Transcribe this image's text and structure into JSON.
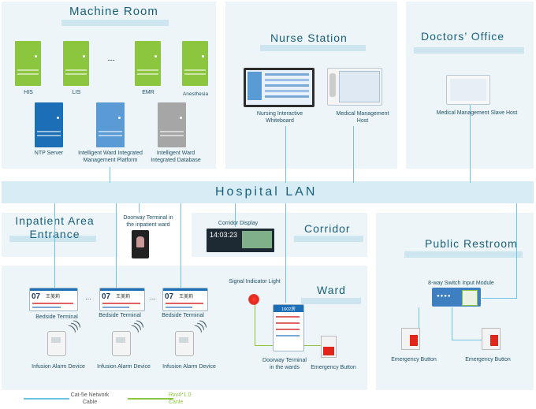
{
  "machine_room": {
    "title": "Machine Room",
    "servers": [
      "HIS",
      "LIS",
      "EMR",
      "Anesthesia"
    ],
    "ellipsis": "---",
    "server_row2": [
      "NTP Server",
      "Intelligent Ward Integrated Management Platform",
      "Intelligent Ward Integrated Database"
    ]
  },
  "nurse_station": {
    "title": "Nurse Station",
    "devices": [
      "Nursing Interactive Whiteboard",
      "Medical Management Host"
    ]
  },
  "doctors_office": {
    "title": "Doctors’ Office",
    "devices": [
      "Medical Management Slave Host"
    ]
  },
  "lan": {
    "label": "Hospital LAN"
  },
  "inpatient_entrance": {
    "title": "Inpatient Area Entrance",
    "doorway_label": "Doorway Terminal in the inpatient ward"
  },
  "corridor": {
    "title": "Corridor",
    "display_label": "Corridor Display",
    "display_time": "14:03:23"
  },
  "ward": {
    "title": "Ward",
    "bed_numbers": [
      "07",
      "07",
      "07"
    ],
    "bed_names": [
      "王美莉",
      "王美莉",
      "王美莉"
    ],
    "bedside_label": "Bedside Terminal",
    "alarm_label": "Infusion Alarm Device",
    "ellipsis": "...",
    "signal_light": "Signal Indicator Light",
    "doorway_terminal": "Doorway Terminal in the wards",
    "doorway_room": "1602房",
    "emergency_button": "Emergency Button"
  },
  "restroom": {
    "title": "Public Restroom",
    "switch_module": "8-way Switch Input Module",
    "emergency_buttons": [
      "Emergency Button",
      "Emergency Button"
    ]
  },
  "legend": {
    "items": [
      {
        "label": "Cat-5e Network Cable",
        "color": "#6fc3e4"
      },
      {
        "label": "Rvv4*1.0 Canle",
        "color": "#8cc63f"
      }
    ]
  },
  "colors": {
    "server_green": "#8cc63f",
    "server_blue": "#1c6fb6",
    "server_lightblue": "#5b9bd5",
    "server_gray": "#a6a6a6",
    "network_cable": "#6fc3e4",
    "rvv_cable": "#8cc63f"
  }
}
